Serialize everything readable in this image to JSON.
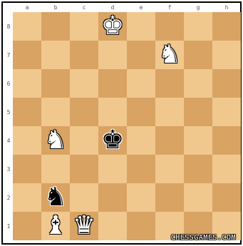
{
  "board": {
    "files": [
      "a",
      "b",
      "c",
      "d",
      "e",
      "f",
      "g",
      "h"
    ],
    "ranks": [
      "8",
      "7",
      "6",
      "5",
      "4",
      "3",
      "2",
      "1"
    ],
    "light_color": "#f0c88e",
    "dark_color": "#d9a363",
    "pieces": [
      {
        "square": "d8",
        "color": "white",
        "type": "king",
        "glyph": "♚"
      },
      {
        "square": "f7",
        "color": "white",
        "type": "knight",
        "glyph": "♞"
      },
      {
        "square": "b4",
        "color": "white",
        "type": "knight",
        "glyph": "♞"
      },
      {
        "square": "d4",
        "color": "black",
        "type": "king",
        "glyph": "♚"
      },
      {
        "square": "b2",
        "color": "black",
        "type": "knight",
        "glyph": "♞"
      },
      {
        "square": "b1",
        "color": "white",
        "type": "bishop",
        "glyph": "♝"
      },
      {
        "square": "c1",
        "color": "white",
        "type": "queen",
        "glyph": "♛"
      }
    ]
  },
  "watermark": "CHESSGAMES.COM"
}
